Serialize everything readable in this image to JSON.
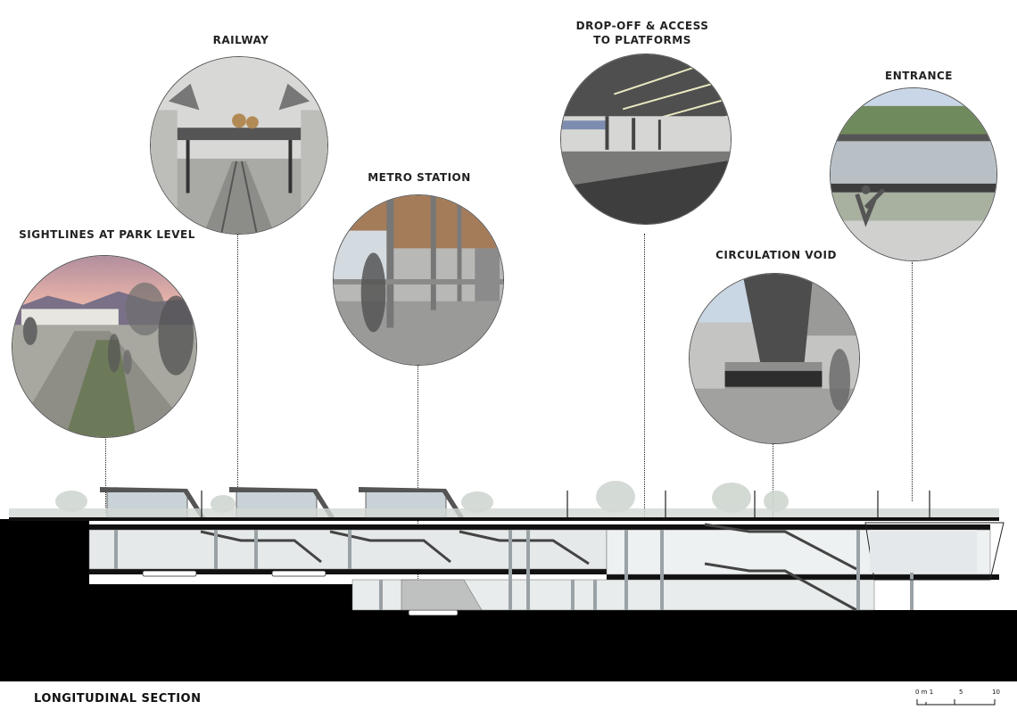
{
  "views": {
    "sightlines": "SIGHTLINES AT PARK LEVEL",
    "railway": "RAILWAY",
    "metro": "METRO STATION",
    "dropoff_line1": "DROP-OFF & ACCESS",
    "dropoff_line2": "TO PLATFORMS",
    "void": "CIRCULATION VOID",
    "entrance": "ENTRANCE"
  },
  "section_title": "LONGITUDINAL SECTION",
  "scale": {
    "zero": "0 m 1",
    "mid": "5",
    "end": "10"
  }
}
